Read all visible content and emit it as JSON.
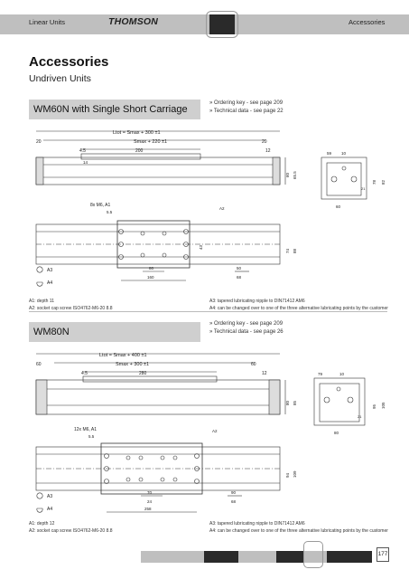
{
  "header": {
    "left_label": "Linear Units",
    "brand": "THOMSON",
    "right_label": "Accessories"
  },
  "page": {
    "title": "Accessories",
    "subtitle": "Undriven Units",
    "number": "177"
  },
  "sections": [
    {
      "model": "WM60N with Single Short Carriage",
      "refs": [
        "» Ordering key - see page 209",
        "» Technical data - see page 22"
      ],
      "notes_left": [
        "A1: depth 11",
        "A2: socket cap screw ISO4762-M6-20 8.8"
      ],
      "notes_right": [
        "A3: tapered lubricating nipple to DIN71412 AM6",
        "A4: can be changed over to one of the three alternative lubricating points by the customer"
      ],
      "dims": {
        "ltot": "Ltot = Smax + 300 ±1",
        "sx": "Smax + 220 ±1",
        "d20a": "20",
        "d20b": "20",
        "d45": "4.5",
        "d200": "200",
        "d12": "12",
        "d14": "14",
        "d60": "60",
        "d655": "65.5",
        "d59": "59",
        "d10": "10",
        "d78": "78",
        "d82": "82",
        "d21": "21",
        "d60b": "60",
        "m8": "8x M6, A1",
        "d55": "5.5",
        "d74": "74",
        "d88": "88",
        "d43": "43",
        "d80": "80",
        "d160": "160",
        "d50": "50",
        "d68": "68",
        "a2": "A2",
        "a3": "A3",
        "a4": "A4"
      }
    },
    {
      "model": "WM80N",
      "refs": [
        "» Ordering key - see page 209",
        "» Technical data - see page 26"
      ],
      "notes_left": [
        "A1: depth 12",
        "A2: socket cap screw ISO4762-M6-20 8.8"
      ],
      "notes_right": [
        "A3: tapered lubricating nipple to DIN71412 AM6",
        "A4: can be changed over to one of the three alternative lubricating points by the customer"
      ],
      "dims": {
        "ltot": "Ltot = Smax + 400 ±1",
        "sx": "Smax + 300 ±1",
        "d60a": "60",
        "d60b": "60",
        "d45": "4.5",
        "d280": "280",
        "d12": "12",
        "d80": "80",
        "d85": "85",
        "d79": "79",
        "d10": "10",
        "d95": "95",
        "d105": "105",
        "d21": "21",
        "d80b": "80",
        "m12": "12x M6, A1",
        "d55": "5.5",
        "d94": "94",
        "d109": "109",
        "d70": "70",
        "d24": "24",
        "d258": "258",
        "d68": "68",
        "d90": "90",
        "a2": "A2",
        "a3": "A3",
        "a4": "A4"
      }
    }
  ]
}
